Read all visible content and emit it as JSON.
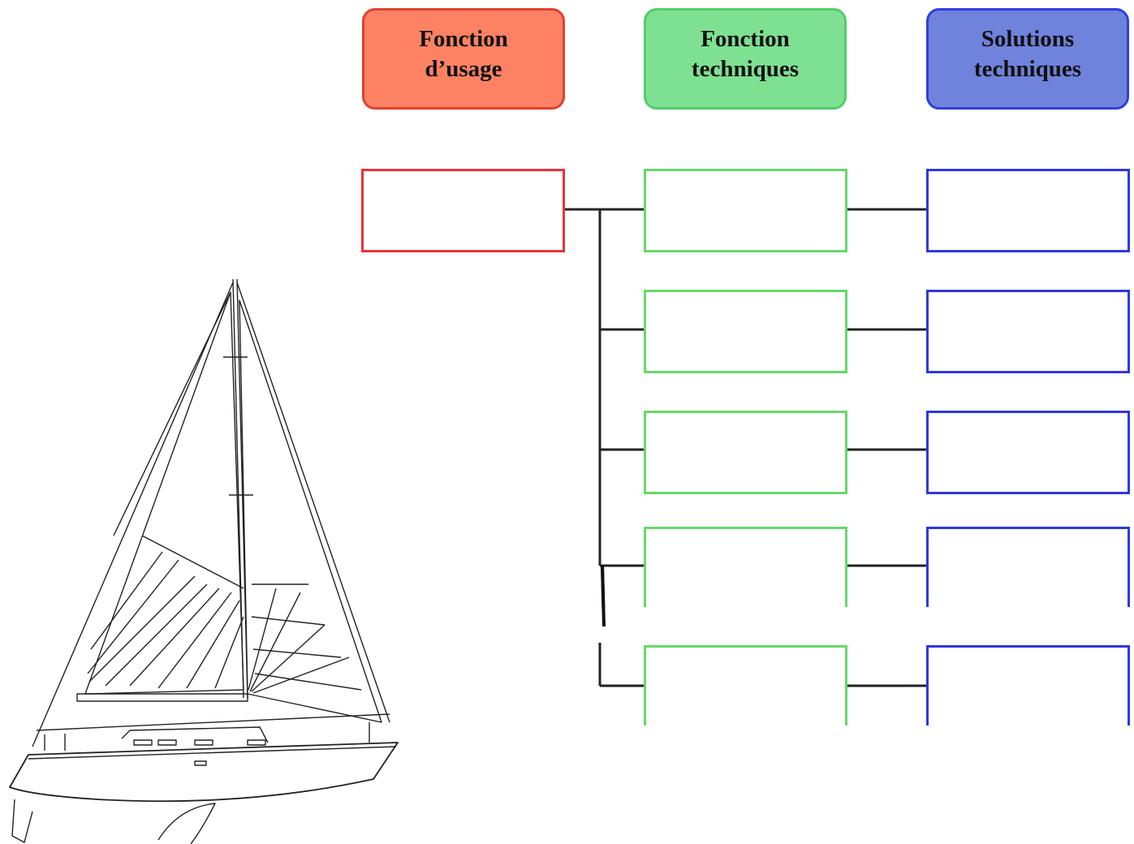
{
  "headers": {
    "usage": {
      "line1": "Fonction",
      "line2": "d’usage"
    },
    "technical_functions": {
      "line1": "Fonction",
      "line2": "techniques"
    },
    "technical_solutions": {
      "line1": "Solutions",
      "line2": "techniques"
    }
  },
  "colors": {
    "usage_fill": "#fd8263",
    "usage_border": "#e8343a",
    "technical_fill": "#7ee091",
    "technical_border": "#66d86a",
    "solutions_fill": "#6f82dc",
    "solutions_border": "#2e38df",
    "connector": "#222222"
  },
  "diagram": {
    "usage_boxes": 1,
    "technical_function_boxes": 5,
    "technical_solution_boxes": 5,
    "boxes_are_empty": true
  },
  "illustration": {
    "icon": "sailboat-icon"
  }
}
